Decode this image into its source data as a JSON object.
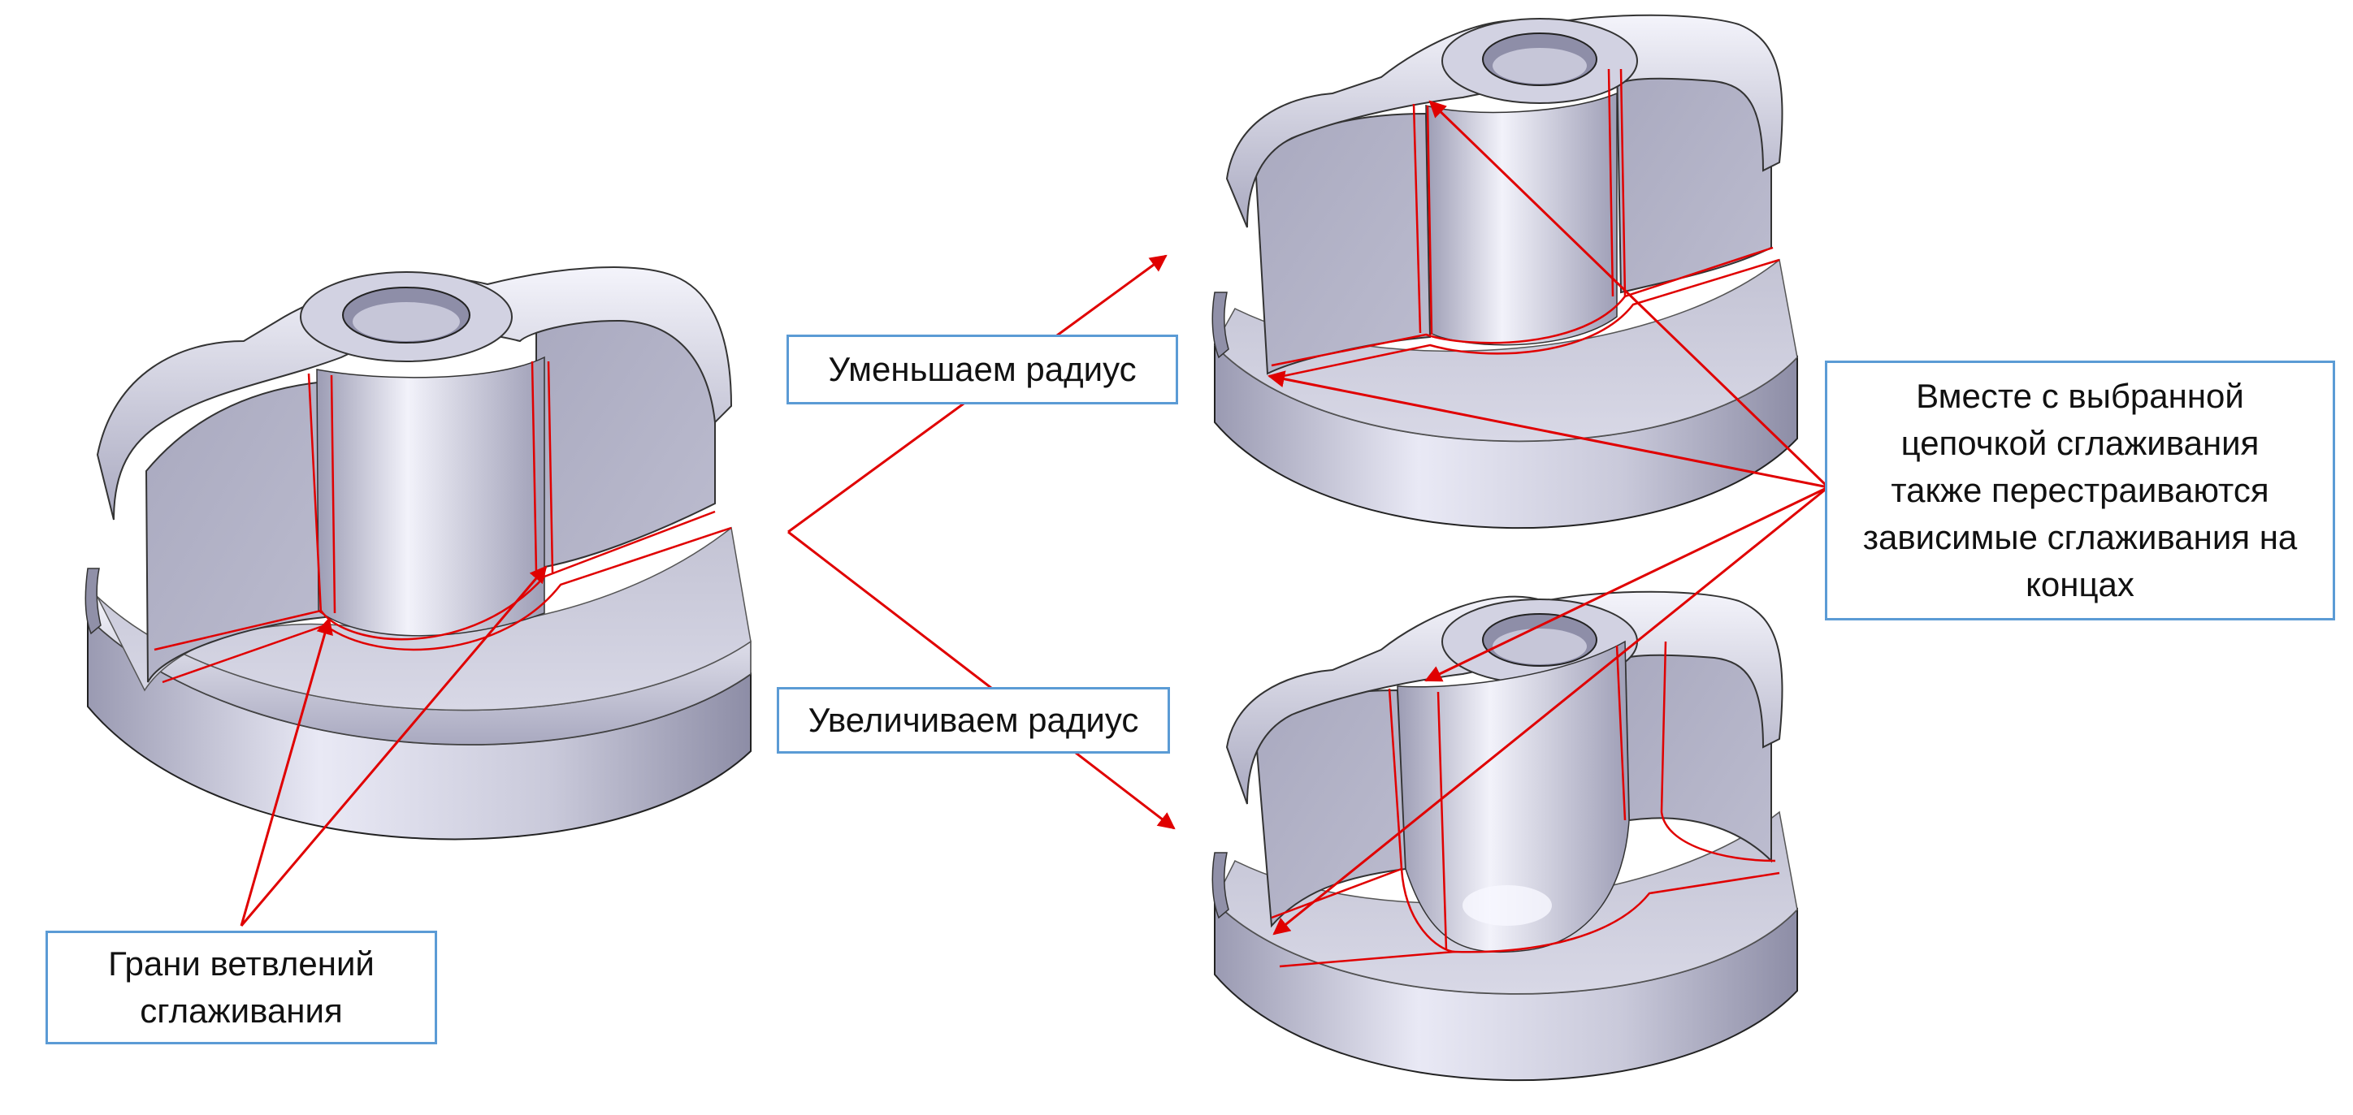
{
  "colors": {
    "accent": "#e00000",
    "callout_border": "#5b9bd5",
    "part_light": "#e6e6f3",
    "part_mid": "#b7b7cc",
    "part_dark": "#8b8ba3"
  },
  "callouts": {
    "decrease": {
      "text": "Уменьшаем радиус"
    },
    "increase": {
      "text": "Увеличиваем радиус"
    },
    "branch_faces": {
      "lines": [
        "Грани ветвлений",
        "сглаживания"
      ]
    },
    "dependent": {
      "lines": [
        "Вместе с выбранной",
        "цепочкой сглаживания",
        "также перестраиваются",
        "зависимые сглаживания на",
        "концах"
      ]
    }
  }
}
